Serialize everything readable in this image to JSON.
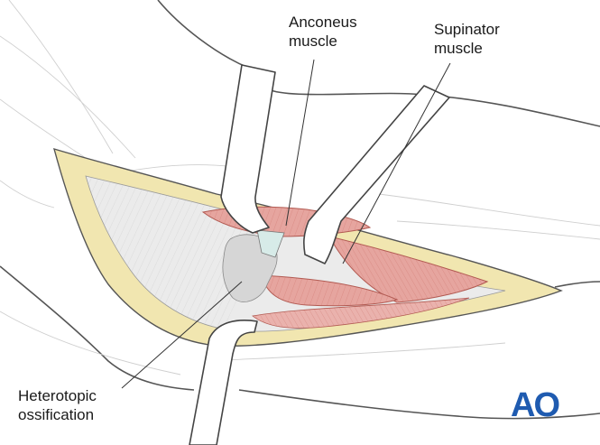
{
  "labels": {
    "anconeus": {
      "line1": "Anconeus",
      "line2": "muscle"
    },
    "supinator": {
      "line1": "Supinator",
      "line2": "muscle"
    },
    "heterotopic": {
      "line1": "Heterotopic",
      "line2": "ossification"
    }
  },
  "logo": {
    "text": "AO",
    "color": "#1f5bb0"
  },
  "colors": {
    "outline": "#555555",
    "fat": "#f1e6b0",
    "muscle": "#e6a59f",
    "muscle_dark": "#c96e66",
    "bone": "#e9e9e9",
    "retractor": "#ffffff"
  }
}
